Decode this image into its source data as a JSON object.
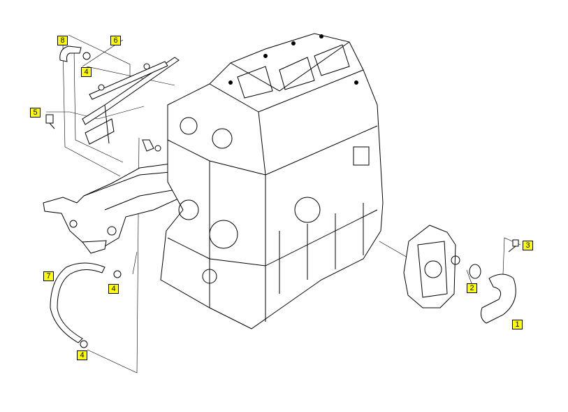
{
  "colors": {
    "callout_fill": "#ffff00",
    "line": "#000000",
    "background": "#ffffff"
  },
  "callouts": [
    {
      "number": "8",
      "part": "hose"
    },
    {
      "number": "6",
      "part": "coolant pipe assembly"
    },
    {
      "number": "4",
      "part": "clamp"
    },
    {
      "number": "5",
      "part": "bolt"
    },
    {
      "number": "7",
      "part": "hose"
    },
    {
      "number": "4",
      "part": "clamp"
    },
    {
      "number": "4",
      "part": "clamp"
    },
    {
      "number": "3",
      "part": "bolt"
    },
    {
      "number": "2",
      "part": "o-ring"
    },
    {
      "number": "1",
      "part": "hose"
    }
  ]
}
